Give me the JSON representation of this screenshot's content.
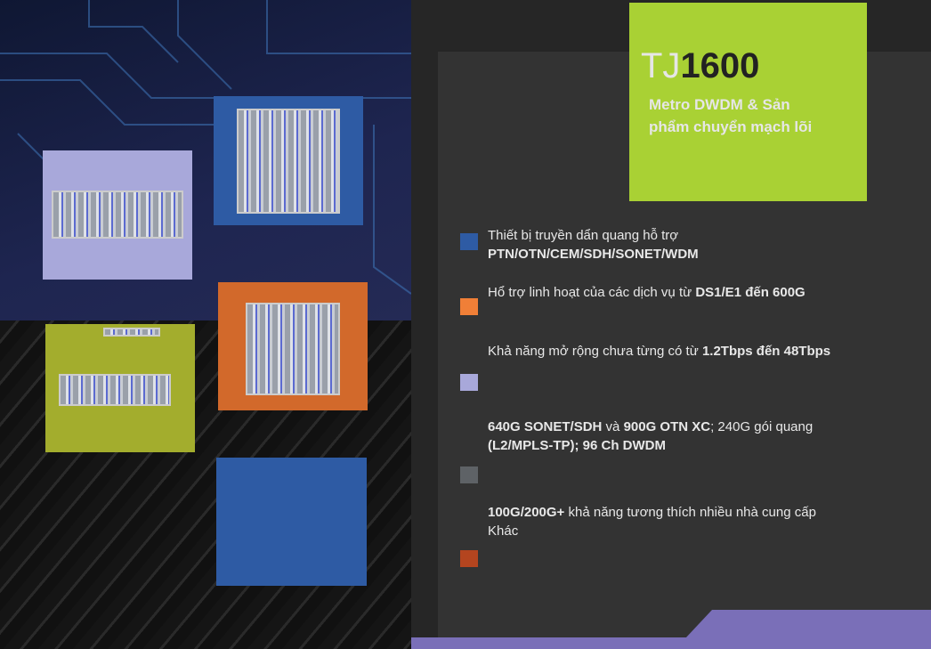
{
  "title": {
    "prefix": "TJ",
    "number": "1600",
    "subtitle": "Metro DWDM & Sản phẩm chuyển mạch lõi"
  },
  "colors": {
    "green": "#a9d134",
    "blue": "#2e5ba4",
    "orange": "#f07f37",
    "lavender": "#a8a8da",
    "gray": "#5e6266",
    "rust": "#b4451f",
    "olive": "#a3ad2d",
    "purple": "#7a6fb8"
  },
  "bullets": [
    {
      "plain1": "Thiết bị truyền dẩn quang  hỗ trợ ",
      "bold1": "PTN/OTN/CEM/SDH/SONET/WDM",
      "plain2": "",
      "bold2": "",
      "plain3": ""
    },
    {
      "plain1": "Hổ trợ linh hoạt của các dịch vụ từ ",
      "bold1": "DS1/E1 đến 600G",
      "plain2": "",
      "bold2": "",
      "plain3": ""
    },
    {
      "plain1": "Khả năng mở rộng chưa từng có từ ",
      "bold1": "1.2Tbps đến 48Tbps",
      "plain2": "",
      "bold2": "",
      "plain3": ""
    },
    {
      "plain1": "",
      "bold1": "640G SONET/SDH",
      "plain2": " và ",
      "bold2": "900G OTN XC",
      "plain3": "; 240G  gói quang ",
      "bold3": "(L2/MPLS-TP); 96 Ch DWDM"
    },
    {
      "plain1": "",
      "bold1": "100G/200G+",
      "plain2": " khả năng tương thích nhiều nhà cung cấp Khác",
      "bold2": "",
      "plain3": ""
    }
  ]
}
